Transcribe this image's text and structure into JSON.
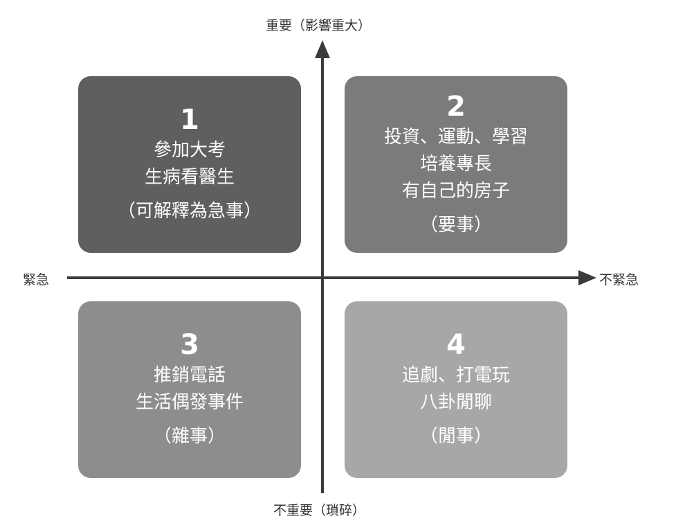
{
  "colors": {
    "q1": "#5f5f61",
    "q2": "#7b7b7d",
    "q3": "#8d8d8f",
    "q4": "#a7a7a9",
    "axis": "#3a3a3a"
  },
  "axes": {
    "top": "重要（影響重大）",
    "bottom": "不重要（瑣碎）",
    "left": "緊急",
    "right": "不緊急"
  },
  "quadrants": [
    {
      "number": "1",
      "lines": [
        "參加大考",
        "生病看醫生"
      ],
      "note": "（可解釋為急事）"
    },
    {
      "number": "2",
      "lines": [
        "投資、運動、學習",
        "培養專長",
        "有自己的房子"
      ],
      "note": "（要事）"
    },
    {
      "number": "3",
      "lines": [
        "推銷電話",
        "生活偶發事件"
      ],
      "note": "（雜事）"
    },
    {
      "number": "4",
      "lines": [
        "追劇、打電玩",
        "八卦閒聊"
      ],
      "note": "（閒事）"
    }
  ]
}
